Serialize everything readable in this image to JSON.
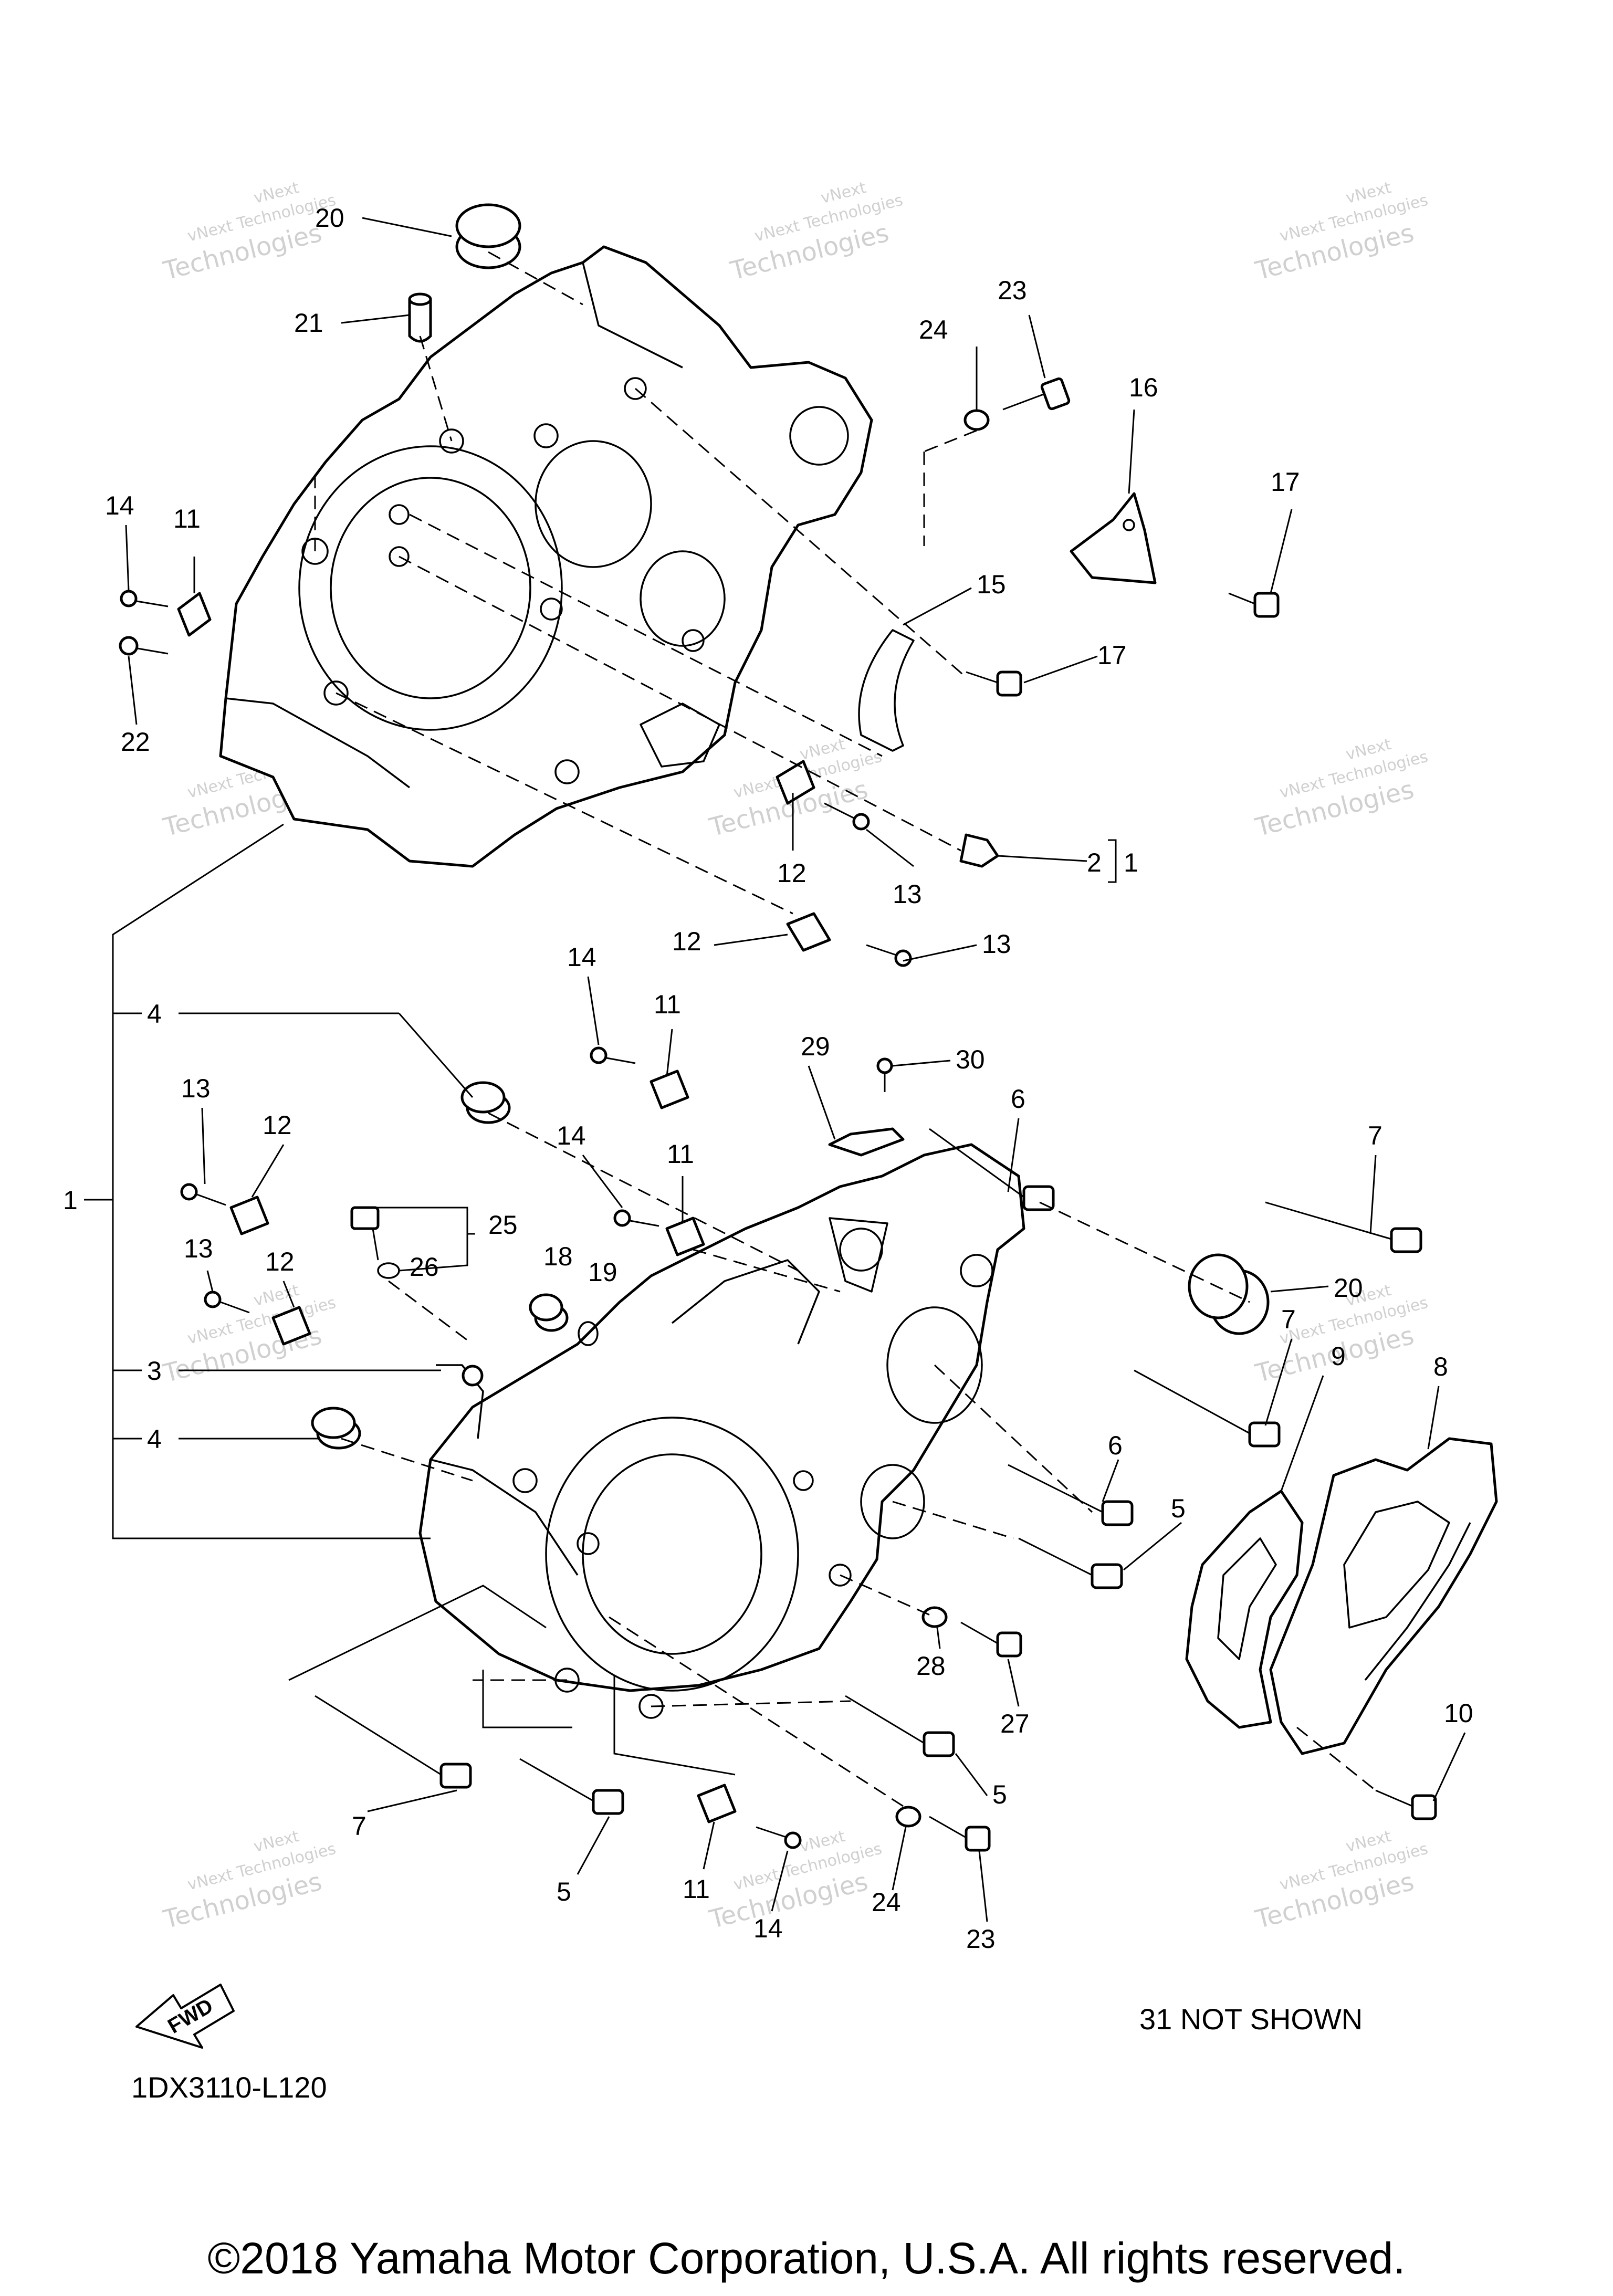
{
  "watermark": {
    "line1": "vNext Technologies",
    "line2": "Technologies",
    "line3": "vNext"
  },
  "callouts": {
    "c1": "1",
    "c2": "2",
    "c2_bracket_ref": "1",
    "c3": "3",
    "c4_top": "4",
    "c4_bottom": "4",
    "c5_a": "5",
    "c5_b": "5",
    "c5_c": "5",
    "c6_a": "6",
    "c6_b": "6",
    "c7_a": "7",
    "c7_b": "7",
    "c7_c": "7",
    "c8": "8",
    "c9": "9",
    "c10": "10",
    "c11_a": "11",
    "c11_b": "11",
    "c11_c": "11",
    "c11_d": "11",
    "c12_a": "12",
    "c12_b": "12",
    "c12_c": "12",
    "c12_d": "12",
    "c13_a": "13",
    "c13_b": "13",
    "c13_c": "13",
    "c13_d": "13",
    "c14_a": "14",
    "c14_b": "14",
    "c14_c": "14",
    "c14_d": "14",
    "c15": "15",
    "c16": "16",
    "c17_a": "17",
    "c17_b": "17",
    "c18": "18",
    "c19": "19",
    "c20_a": "20",
    "c20_b": "20",
    "c21": "21",
    "c22": "22",
    "c23_a": "23",
    "c23_b": "23",
    "c24_a": "24",
    "c24_b": "24",
    "c25": "25",
    "c26": "26",
    "c27": "27",
    "c28": "28",
    "c29": "29",
    "c30": "30"
  },
  "fwd_label": "FWD",
  "diagram_code": "1DX3110-L120",
  "not_shown_note": "31 NOT SHOWN",
  "copyright": "©2018 Yamaha Motor Corporation, U.S.A. All rights reserved."
}
